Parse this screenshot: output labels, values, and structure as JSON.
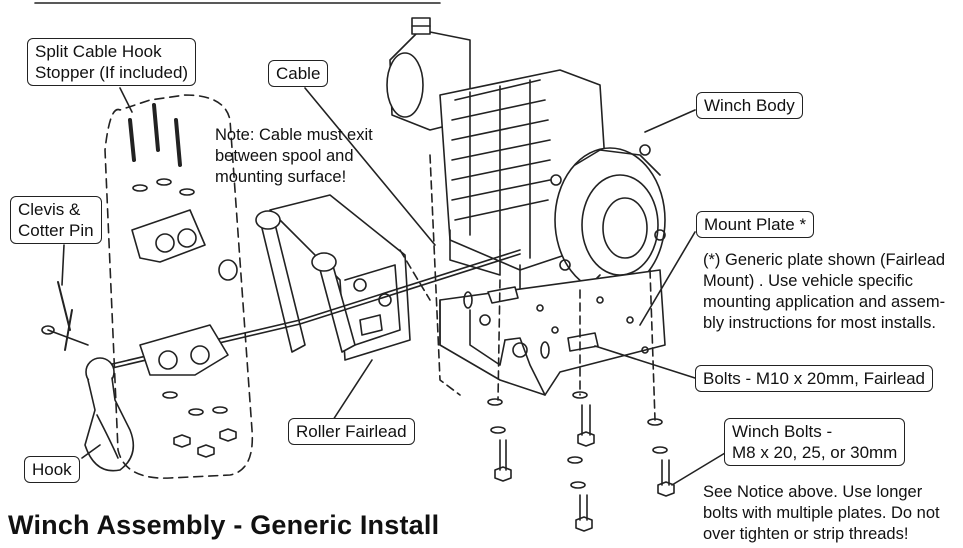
{
  "title": "Winch Assembly - Generic Install",
  "callouts": {
    "split_cable_hook_stopper": [
      "Split Cable Hook",
      "Stopper (If included)"
    ],
    "cable": "Cable",
    "winch_body": "Winch Body",
    "clevis_cotter_pin": [
      "Clevis &",
      "Cotter Pin"
    ],
    "mount_plate": "Mount Plate *",
    "bolts_fairlead": "Bolts - M10 x 20mm, Fairlead",
    "roller_fairlead": "Roller Fairlead",
    "winch_bolts": [
      "Winch Bolts -",
      "M8 x 20, 25, or 30mm"
    ],
    "hook": "Hook"
  },
  "notes": {
    "cable_note": [
      "Note: Cable must exit",
      "between spool and",
      "mounting surface!"
    ],
    "plate_note": [
      "(*) Generic plate shown (Fairlead",
      "Mount) . Use vehicle specific",
      "mounting application and assem-",
      "bly instructions for most installs."
    ],
    "bolt_note": [
      "See Notice above. Use longer",
      "bolts with multiple plates. Do not",
      "over tighten or strip threads!"
    ]
  },
  "colors": {
    "line": "#222222",
    "background": "#ffffff"
  }
}
